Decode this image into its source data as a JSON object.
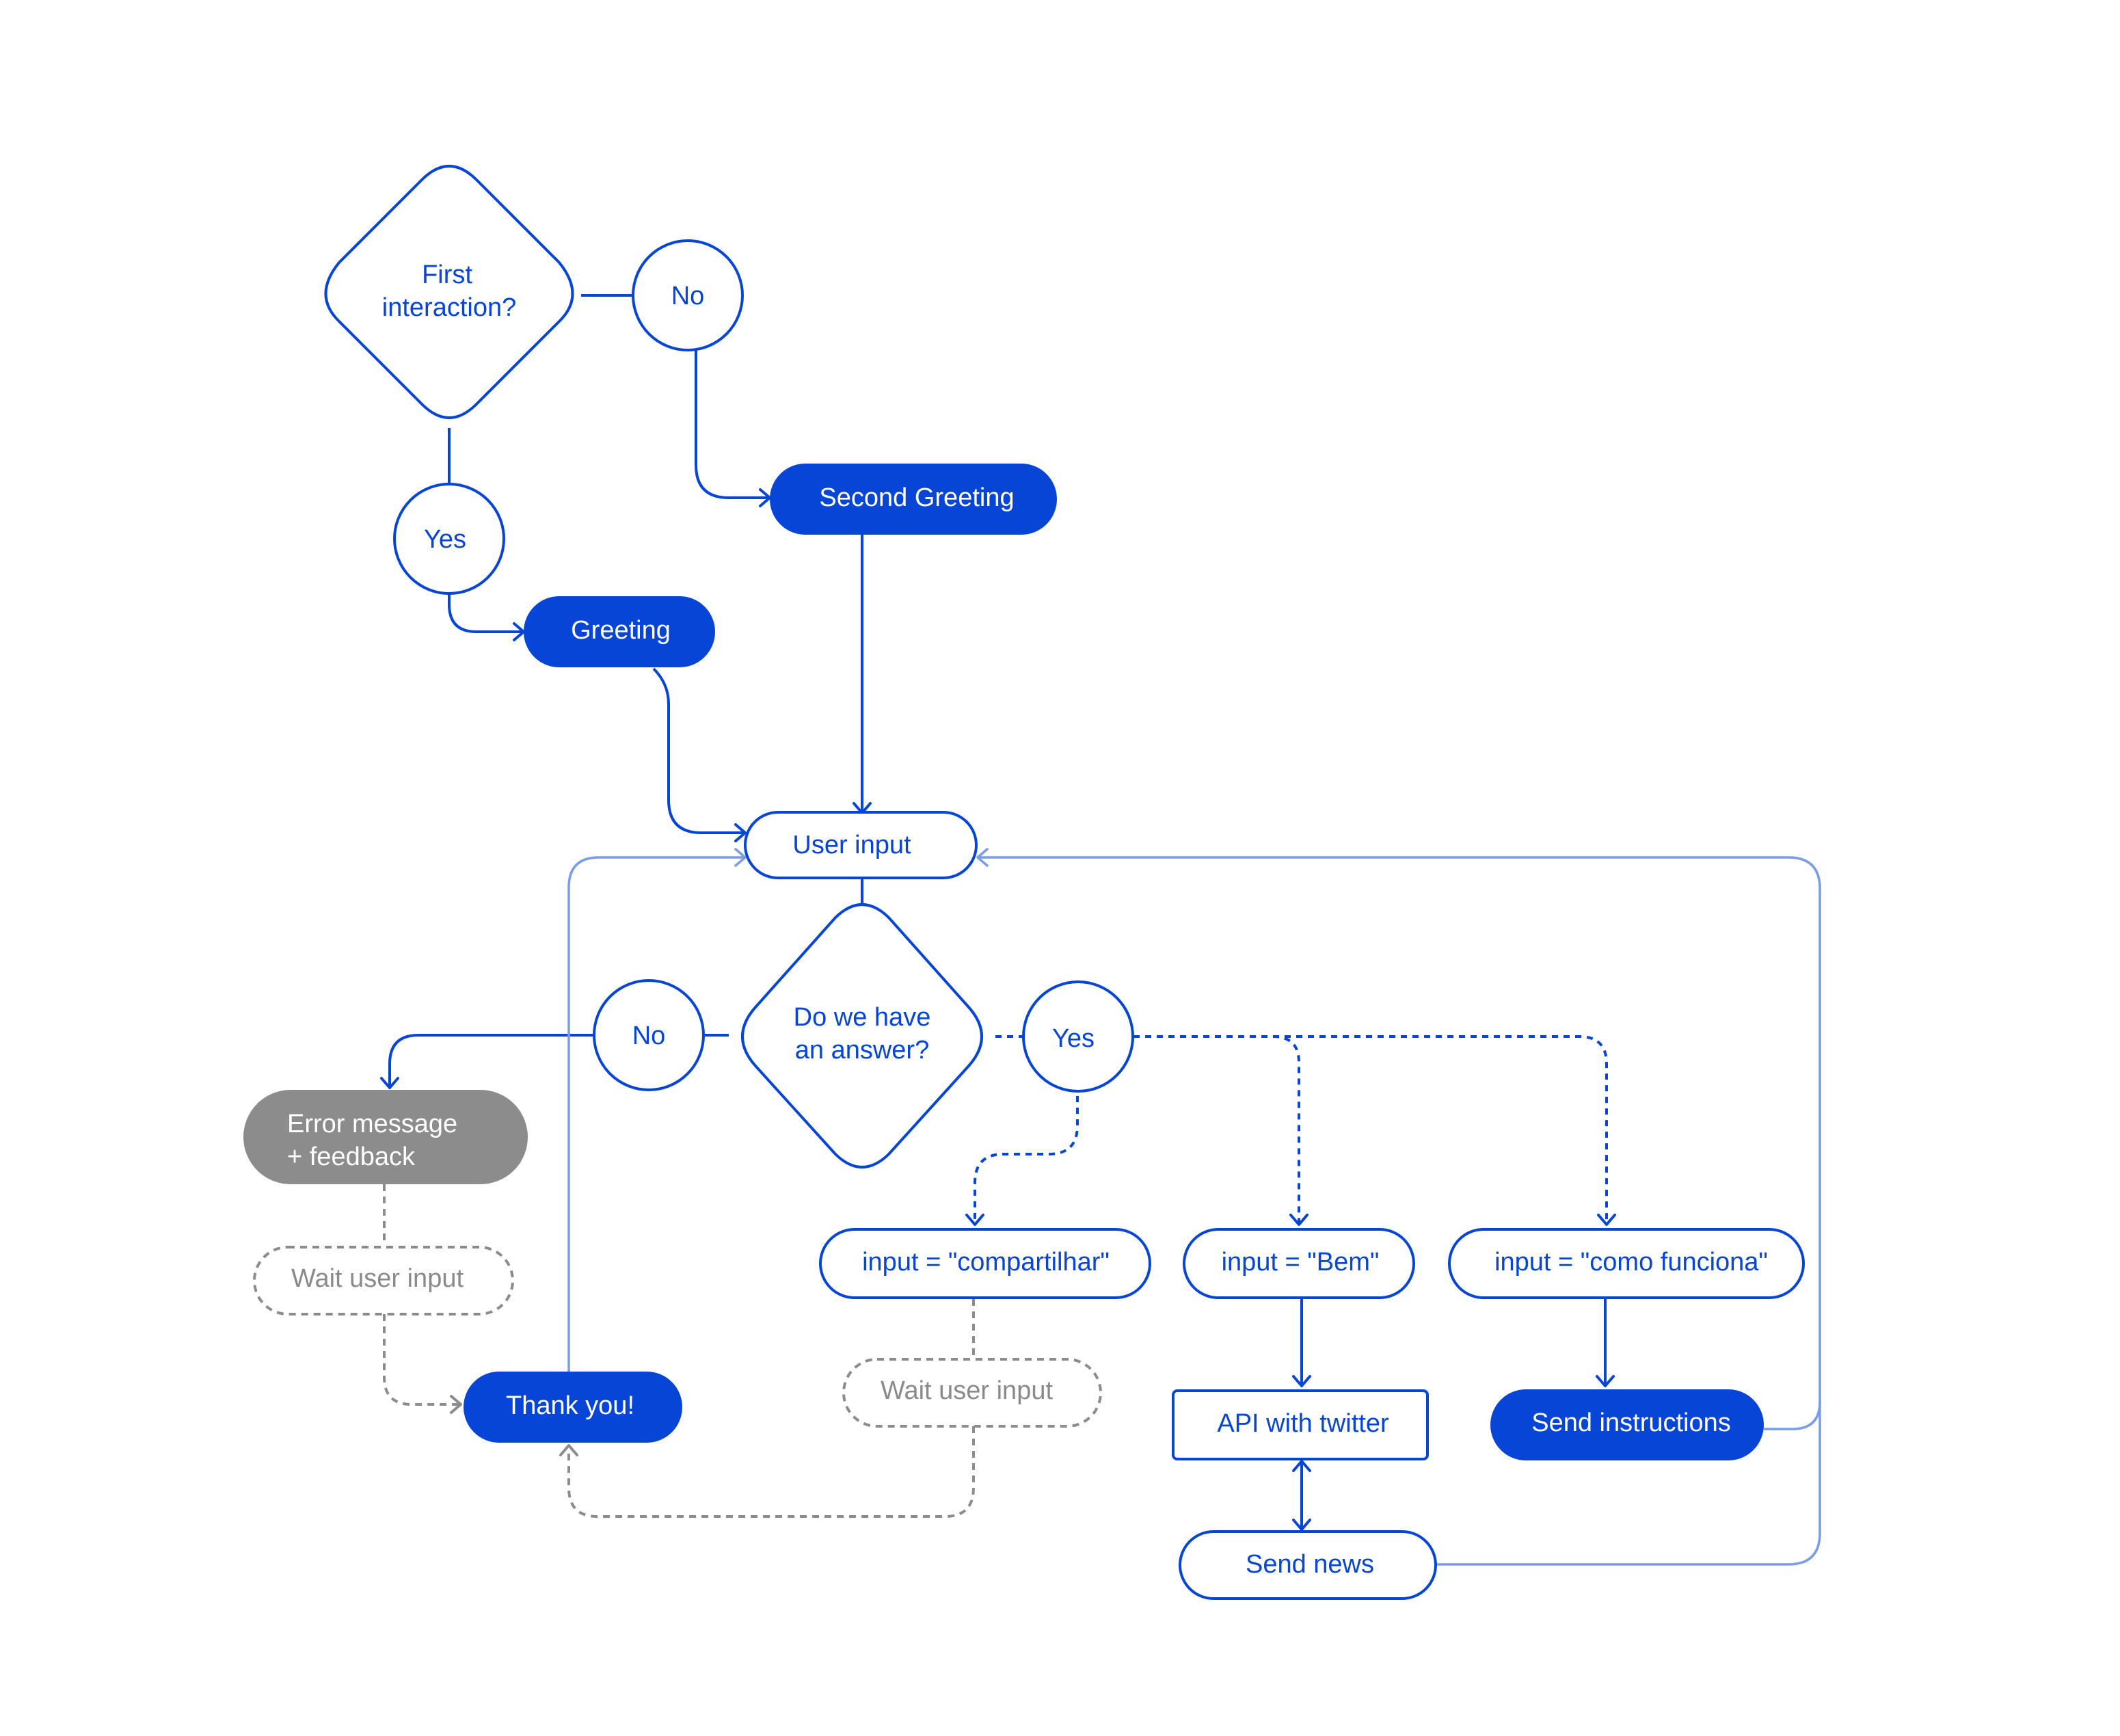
{
  "colors": {
    "primary": "#0645d6",
    "light_line": "#7b9ce6",
    "gray": "#8c8c8c",
    "background": "#ffffff"
  },
  "nodes": {
    "first_interaction": {
      "line1": "First",
      "line2": "interaction?"
    },
    "no_top": "No",
    "yes_top": "Yes",
    "second_greeting": "Second Greeting",
    "greeting": "Greeting",
    "user_input": "User input",
    "answer_decision": {
      "line1": "Do we have",
      "line2": "an answer?"
    },
    "no_mid": "No",
    "yes_mid": "Yes",
    "error_message": {
      "line1": "Error message",
      "line2": "+ feedback"
    },
    "wait_user_input_left": "Wait user input",
    "thank_you": "Thank you!",
    "input_compartilhar": "input = \"compartilhar\"",
    "wait_user_input_mid": "Wait user input",
    "input_bem": "input = \"Bem\"",
    "api_twitter": "API with twitter",
    "send_news": "Send news",
    "input_como_funciona": "input = \"como funciona\"",
    "send_instructions": "Send instructions"
  }
}
